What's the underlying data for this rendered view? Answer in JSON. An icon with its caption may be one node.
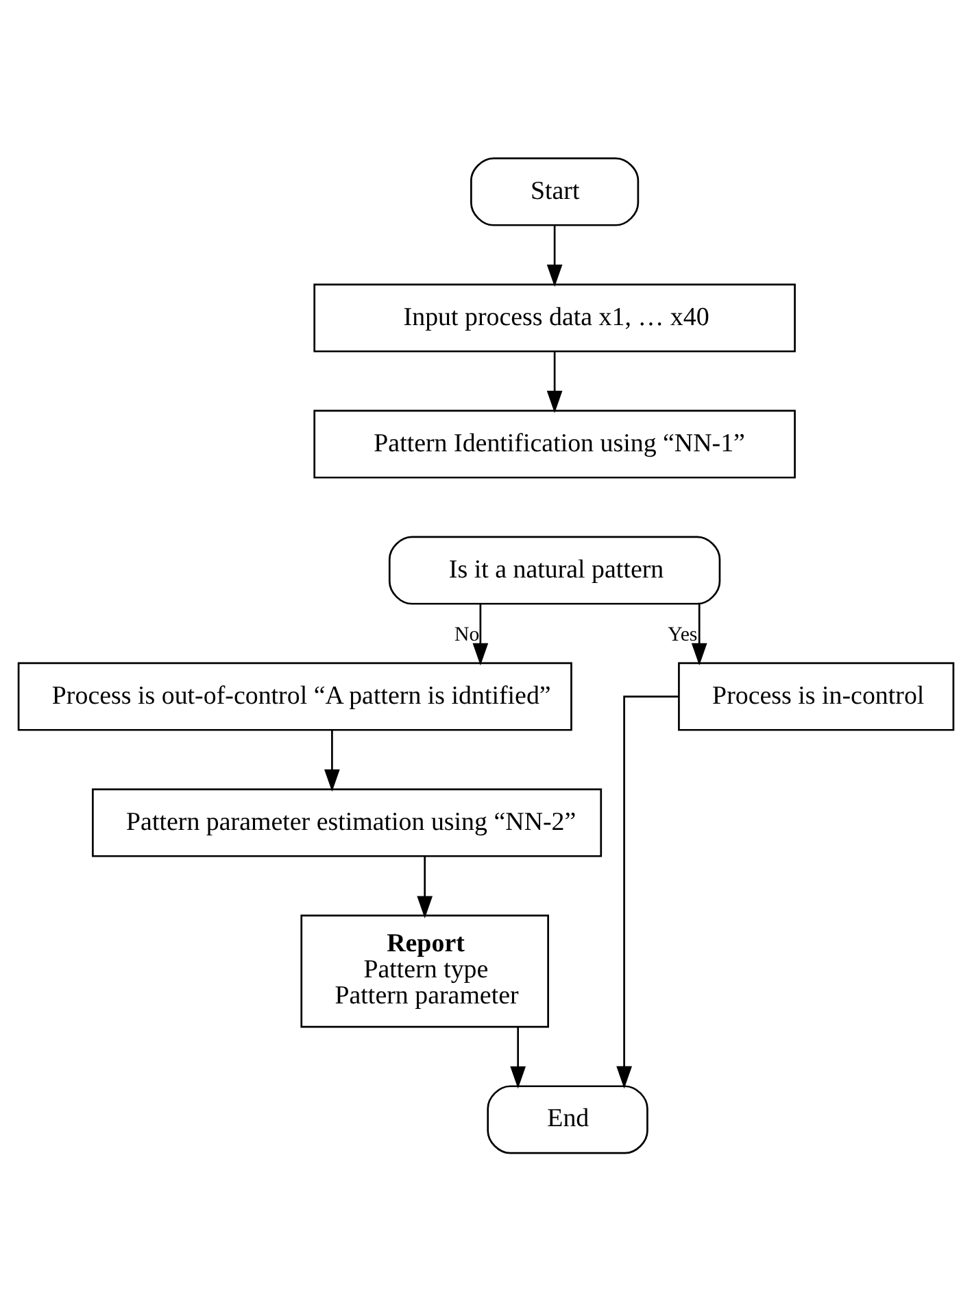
{
  "diagram": {
    "nodes": [
      {
        "text": [
          "Start"
        ]
      },
      {
        "text": [
          "Input process data x1, … x40"
        ]
      },
      {
        "text": [
          "Pattern Identification using “NN-1”"
        ]
      },
      {
        "text": [
          "Is it a natural pattern"
        ]
      },
      {
        "text": [
          "Process is out-of-control “A pattern is idntified”"
        ]
      },
      {
        "text": [
          "Process is in-control"
        ]
      },
      {
        "text": [
          "Pattern parameter estimation using “NN-2”"
        ]
      },
      {
        "text": [
          "Report",
          "Pattern type",
          "Pattern parameter"
        ]
      },
      {
        "text": [
          "End"
        ]
      }
    ],
    "edges": [
      {
        "from": 0,
        "to": 1,
        "arrow": "to"
      },
      {
        "from": 1,
        "to": 2,
        "arrow": "to"
      },
      {
        "from": 3,
        "to": 4,
        "arrow": "to",
        "label": "No"
      },
      {
        "from": 3,
        "to": 5,
        "arrow": "to",
        "label": "Yes"
      },
      {
        "from": 4,
        "to": 6,
        "arrow": "to"
      },
      {
        "from": 6,
        "to": 7,
        "arrow": "to"
      },
      {
        "from": 7,
        "to": 8,
        "arrow": "to"
      },
      {
        "from": 5,
        "to": 8,
        "arrow": "to"
      }
    ]
  }
}
